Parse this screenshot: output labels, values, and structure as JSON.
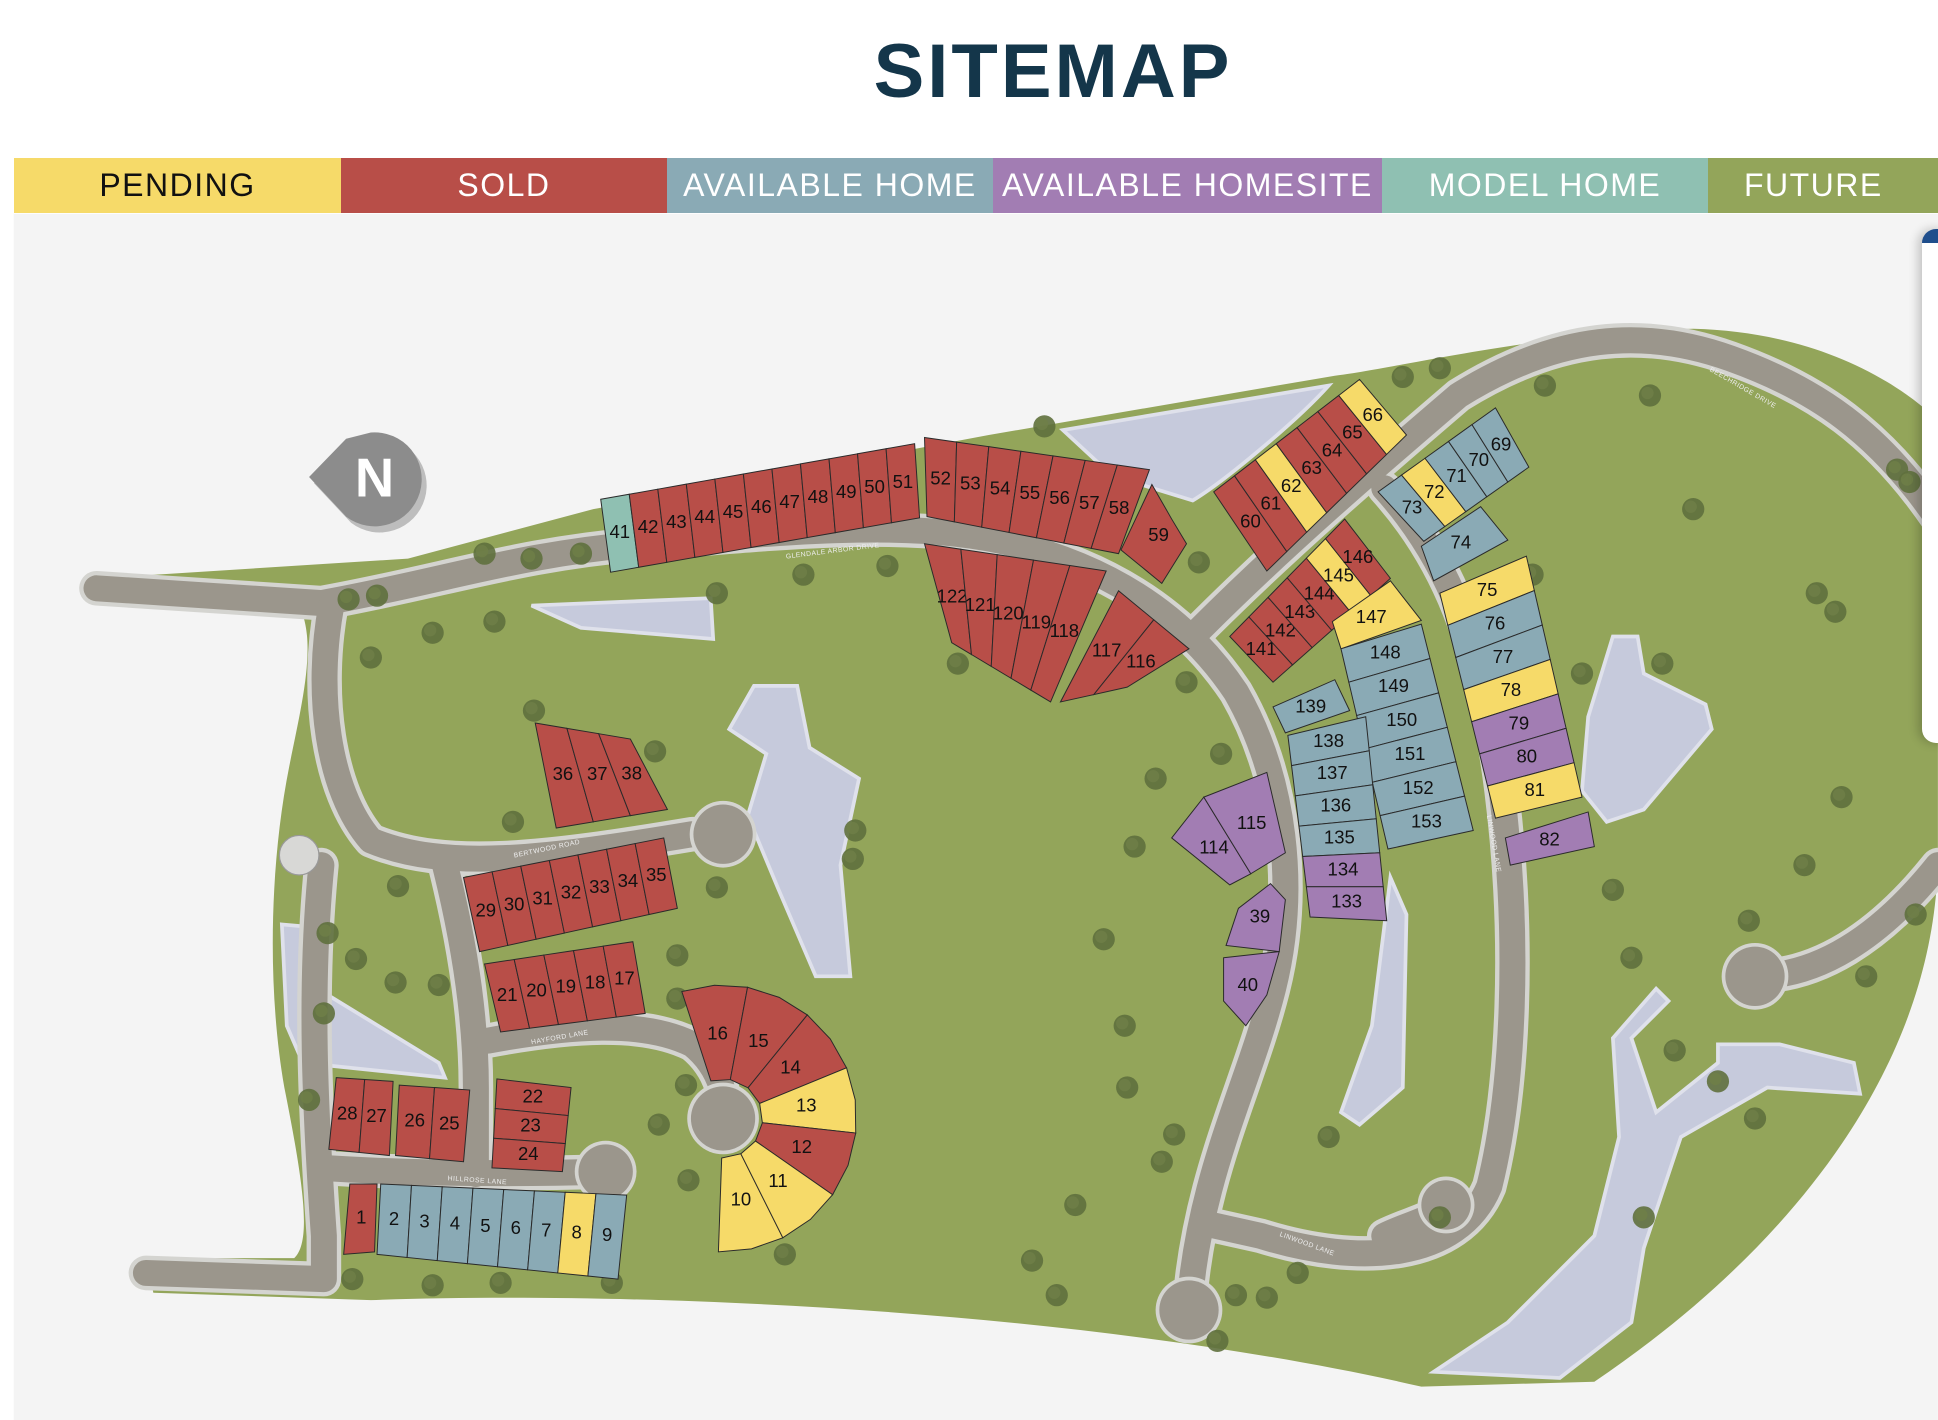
{
  "title": "SITEMAP",
  "legend": [
    {
      "key": "pending",
      "label": "PENDING",
      "color": "#f6da69"
    },
    {
      "key": "sold",
      "label": "SOLD",
      "color": "#b84e48"
    },
    {
      "key": "available_home",
      "label": "AVAILABLE HOME",
      "color": "#8aaab5"
    },
    {
      "key": "available_homesite",
      "label": "AVAILABLE HOMESITE",
      "color": "#a27db3"
    },
    {
      "key": "model_home",
      "label": "MODEL HOME",
      "color": "#8fc0b2"
    },
    {
      "key": "future",
      "label": "FUTURE",
      "color": "#93a55a"
    }
  ],
  "compass": {
    "label": "N"
  },
  "roads": {
    "glendale": "GLENDALE ARBOR DRIVE",
    "beechridge": "BEECHRIDGE DRIVE",
    "bertwood": "BERTWOOD ROAD",
    "hayford": "HAYFORD LANE",
    "hillrose": "HILLROSE LANE",
    "linwood_a": "LINWOOD LANE",
    "linwood_b": "LINWOOD LANE"
  },
  "lots_by_status": {
    "pending": [
      "8",
      "10",
      "11",
      "13",
      "62",
      "66",
      "72",
      "75",
      "78",
      "81",
      "145",
      "147"
    ],
    "model_home": [
      "41"
    ],
    "available_homesite": [
      "39",
      "40",
      "79",
      "80",
      "82",
      "114",
      "115",
      "133",
      "134"
    ],
    "available_home": [
      "2",
      "3",
      "4",
      "5",
      "6",
      "7",
      "9",
      "69",
      "70",
      "71",
      "73",
      "74",
      "76",
      "77",
      "135",
      "136",
      "137",
      "138",
      "139",
      "148",
      "149",
      "150",
      "151",
      "152",
      "153"
    ],
    "sold": [
      "1",
      "12",
      "14",
      "15",
      "16",
      "17",
      "18",
      "19",
      "20",
      "21",
      "22",
      "23",
      "24",
      "25",
      "26",
      "27",
      "28",
      "29",
      "30",
      "31",
      "32",
      "33",
      "34",
      "35",
      "36",
      "37",
      "38",
      "42",
      "43",
      "44",
      "45",
      "46",
      "47",
      "48",
      "49",
      "50",
      "51",
      "52",
      "53",
      "54",
      "55",
      "56",
      "57",
      "58",
      "59",
      "60",
      "61",
      "63",
      "64",
      "65",
      "116",
      "117",
      "118",
      "119",
      "120",
      "121",
      "122",
      "141",
      "142",
      "143",
      "144",
      "146"
    ]
  }
}
